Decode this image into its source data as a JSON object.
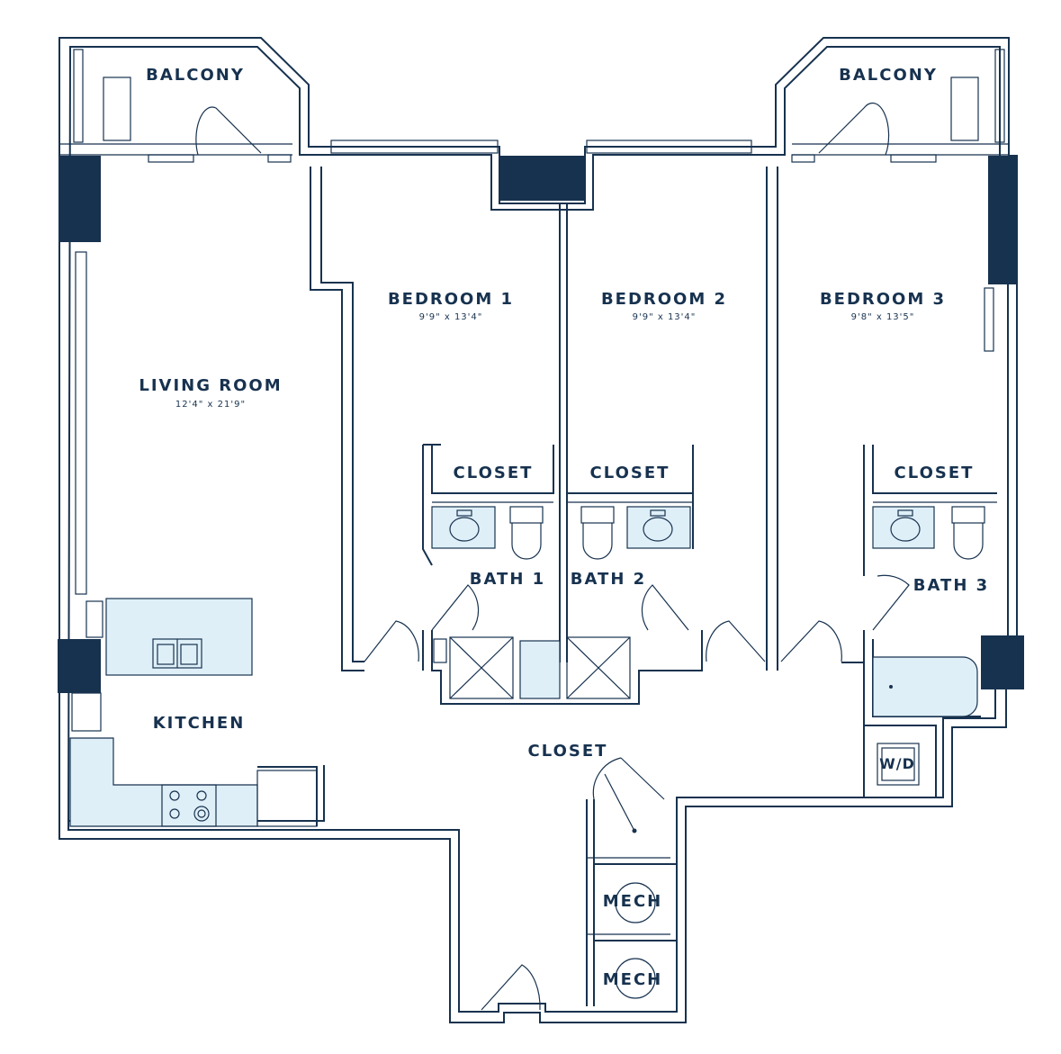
{
  "colors": {
    "ink": "#17324f",
    "fixture": "#dfeff8",
    "background": "#ffffff"
  },
  "rooms": {
    "balcony_left": {
      "label": "BALCONY"
    },
    "balcony_right": {
      "label": "BALCONY"
    },
    "living_room": {
      "label": "LIVING ROOM",
      "dimensions": "12'4\" x 21'9\""
    },
    "bedroom1": {
      "label": "BEDROOM 1",
      "dimensions": "9'9\" x 13'4\""
    },
    "bedroom2": {
      "label": "BEDROOM 2",
      "dimensions": "9'9\" x 13'4\""
    },
    "bedroom3": {
      "label": "BEDROOM 3",
      "dimensions": "9'8\" x 13'5\""
    },
    "closet1": {
      "label": "CLOSET"
    },
    "closet2": {
      "label": "CLOSET"
    },
    "closet3": {
      "label": "CLOSET"
    },
    "bath1": {
      "label": "BATH 1"
    },
    "bath2": {
      "label": "BATH 2"
    },
    "bath3": {
      "label": "BATH 3"
    },
    "kitchen": {
      "label": "KITCHEN"
    },
    "hall_closet": {
      "label": "CLOSET"
    },
    "mech1": {
      "label": "MECH"
    },
    "mech2": {
      "label": "MECH"
    },
    "laundry": {
      "label": "W/D"
    }
  }
}
